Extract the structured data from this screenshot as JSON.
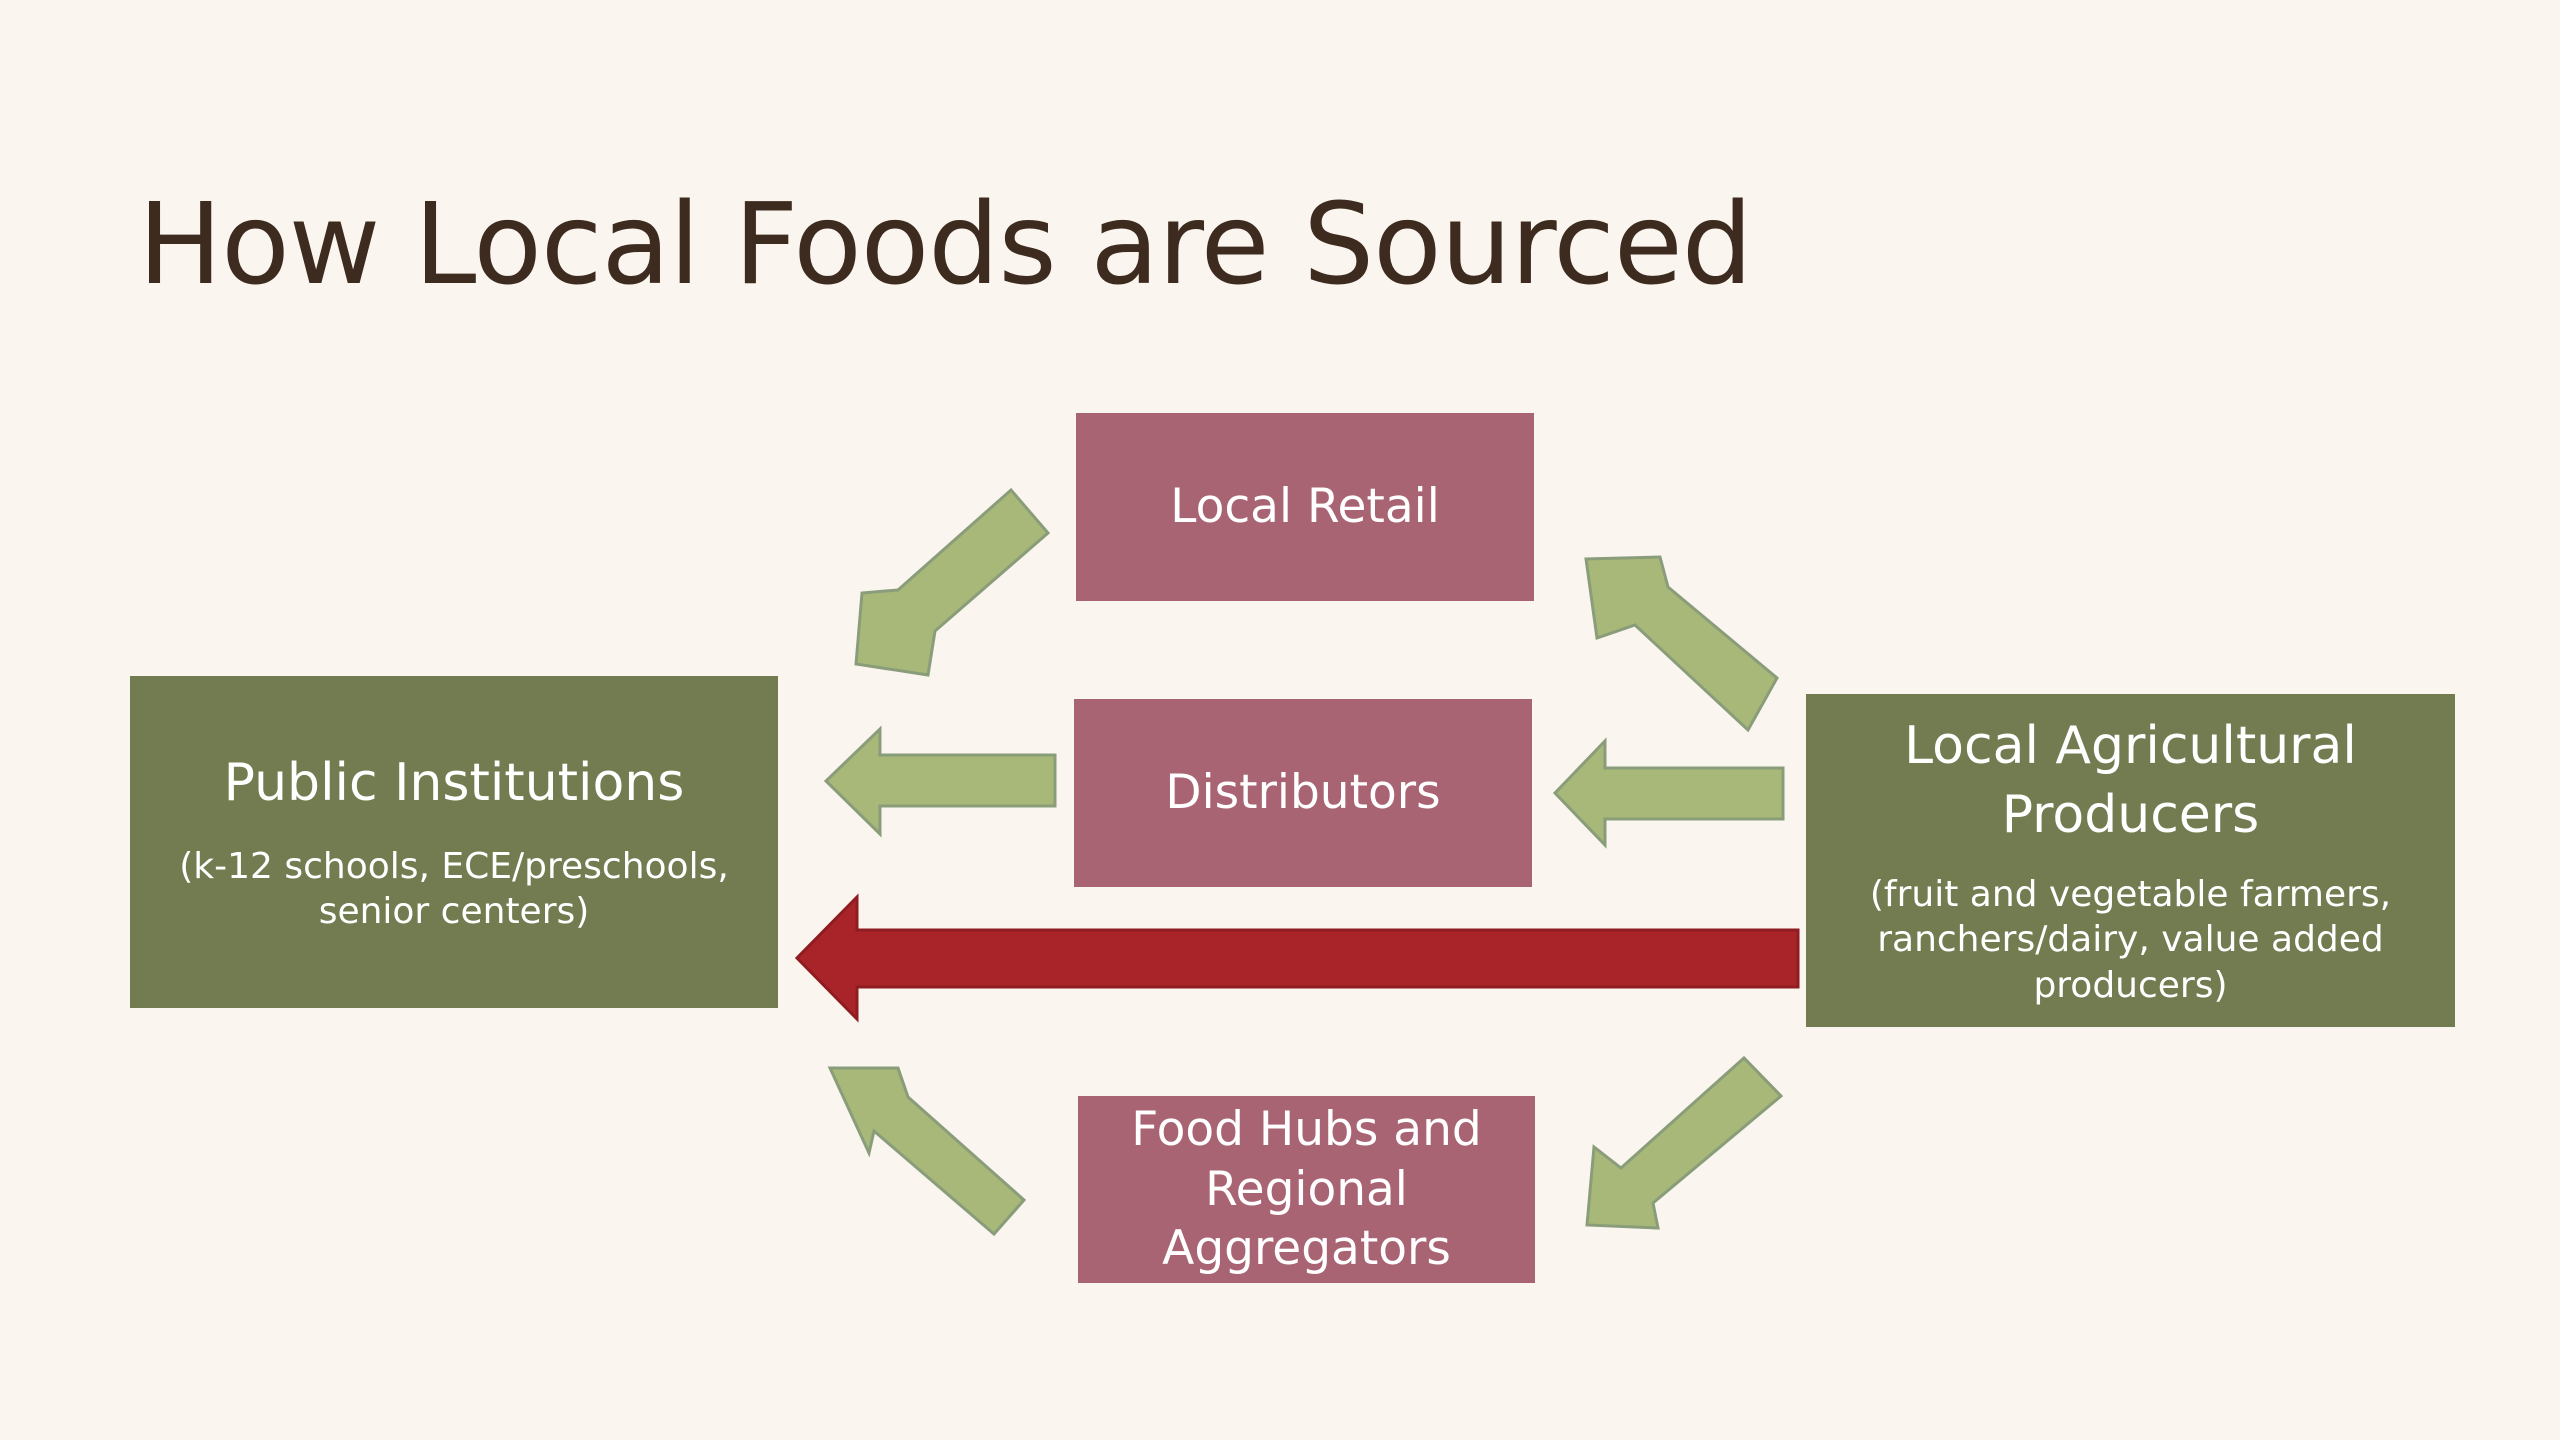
{
  "slide": {
    "title": "How Local Foods are Sourced"
  },
  "nodes": {
    "public_institutions": {
      "title": "Public Institutions",
      "subtitle_lines": [
        "(k-12 schools, ECE/preschools,",
        "senior centers)"
      ]
    },
    "producers": {
      "title_lines": [
        "Local Agricultural",
        "Producers"
      ],
      "subtitle_lines": [
        "(fruit and vegetable farmers,",
        "ranchers/dairy, value added",
        "producers)"
      ]
    },
    "local_retail": {
      "title": "Local Retail"
    },
    "distributors": {
      "title": "Distributors"
    },
    "food_hubs": {
      "title_lines": [
        "Food Hubs and",
        "Regional",
        "Aggregators"
      ]
    }
  },
  "colors": {
    "background": "#faf5ef",
    "title_text": "#3d2b1f",
    "institution_box": "#727c50",
    "intermediary_box": "#a96474",
    "flow_arrow": "#a8b878",
    "flow_arrow_outline": "#8a9d7a",
    "direct_arrow": "#a82428"
  }
}
